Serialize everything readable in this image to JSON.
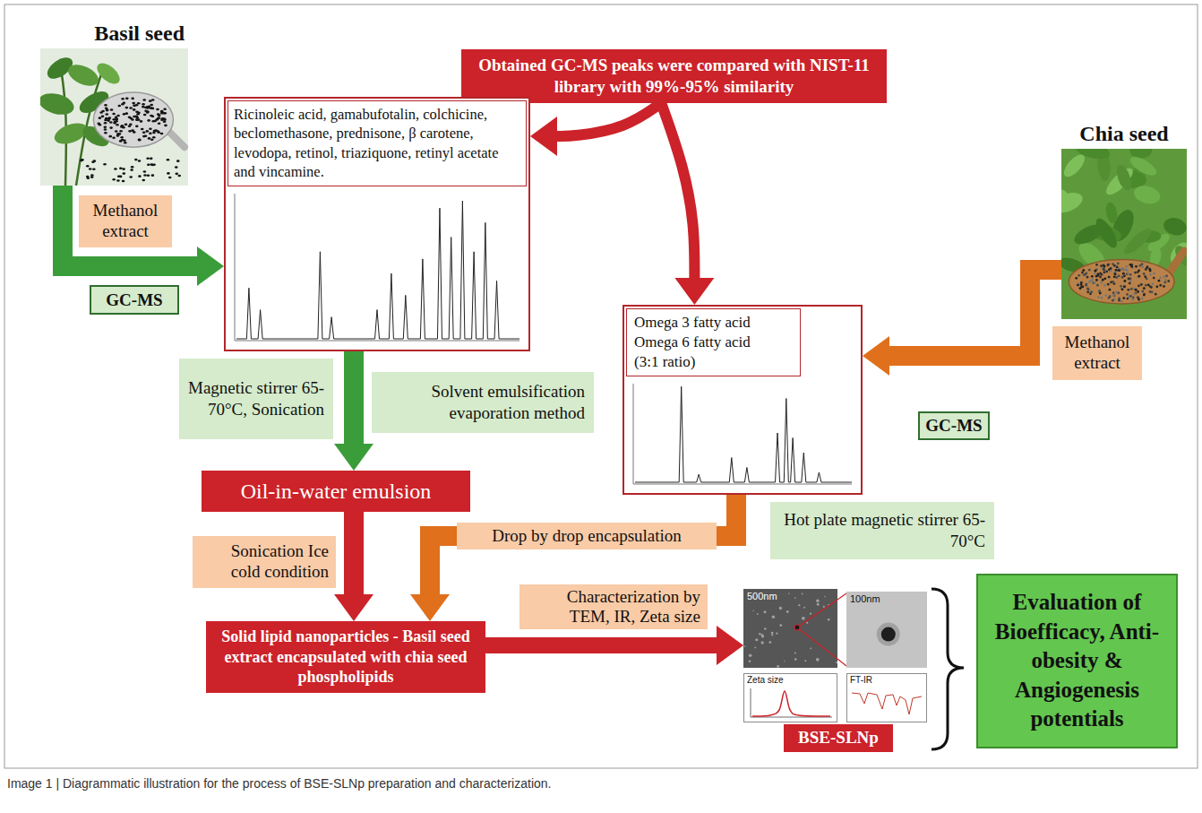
{
  "diagram": {
    "caption": "Image 1 | Diagrammatic illustration for the process of BSE-SLNp preparation and characterization.",
    "nodes": [
      {
        "text": [
          "Basil seed"
        ]
      },
      {
        "text": [
          "Obtained GC-MS peaks were compared with NIST-11 library with 99%-95% similarity"
        ]
      },
      {
        "text": [
          "Methanol extract"
        ]
      },
      {
        "text": [
          "Ricinoleic acid, gamabufotalin, colchicine, beclomethasone, prednisone, β carotene, levodopa, retinol, triaziquone, retinyl acetate and vincamine."
        ]
      },
      {
        "text": [
          "GC-MS"
        ]
      },
      {
        "text": [
          "Chia seed"
        ]
      },
      {
        "text": [
          "Omega 3 fatty acid Omega 6 fatty acid (3:1 ratio)"
        ]
      },
      {
        "text": [
          "Methanol extract"
        ]
      },
      {
        "text": [
          "Magnetic stirrer 65-70°C, Sonication"
        ]
      },
      {
        "text": [
          "Solvent emulsification evaporation method"
        ]
      },
      {
        "text": [
          "GC-MS"
        ]
      },
      {
        "text": [
          "Oil-in-water emulsion"
        ]
      },
      {
        "text": [
          "Drop by drop encapsulation"
        ]
      },
      {
        "text": [
          "Hot plate magnetic stirrer 65-70°C"
        ]
      },
      {
        "text": [
          "Sonication Ice cold condition"
        ]
      },
      {
        "text": [
          "Characterization by TEM, IR, Zeta size"
        ]
      },
      {
        "text": [
          "Evaluation of Bioefficacy, Anti-obesity & Angiogenesis potentials"
        ]
      },
      {
        "text": [
          "Solid lipid nanoparticles - Basil seed extract encapsulated with chia seed phospholipids"
        ]
      },
      {
        "text": [
          "500nm"
        ]
      },
      {
        "text": [
          "100nm"
        ]
      },
      {
        "text": [
          "Zeta size"
        ]
      },
      {
        "text": [
          "FT-IR"
        ]
      },
      {
        "text": [
          "BSE-SLNp"
        ]
      }
    ],
    "edges": [
      {
        "from": 0,
        "to": 3,
        "arrow": "to"
      },
      {
        "from": 1,
        "to": 3,
        "arrow": "to"
      },
      {
        "from": 1,
        "to": 6,
        "arrow": "to"
      },
      {
        "from": 5,
        "to": 6,
        "arrow": "to"
      },
      {
        "from": 3,
        "to": 11,
        "arrow": "to"
      },
      {
        "from": 11,
        "to": 17,
        "arrow": "to"
      },
      {
        "from": 6,
        "to": 17,
        "arrow": "to"
      },
      {
        "from": 17,
        "to": 18,
        "arrow": "to"
      },
      {
        "from": 18,
        "to": 19,
        "arrow": "none"
      }
    ]
  }
}
